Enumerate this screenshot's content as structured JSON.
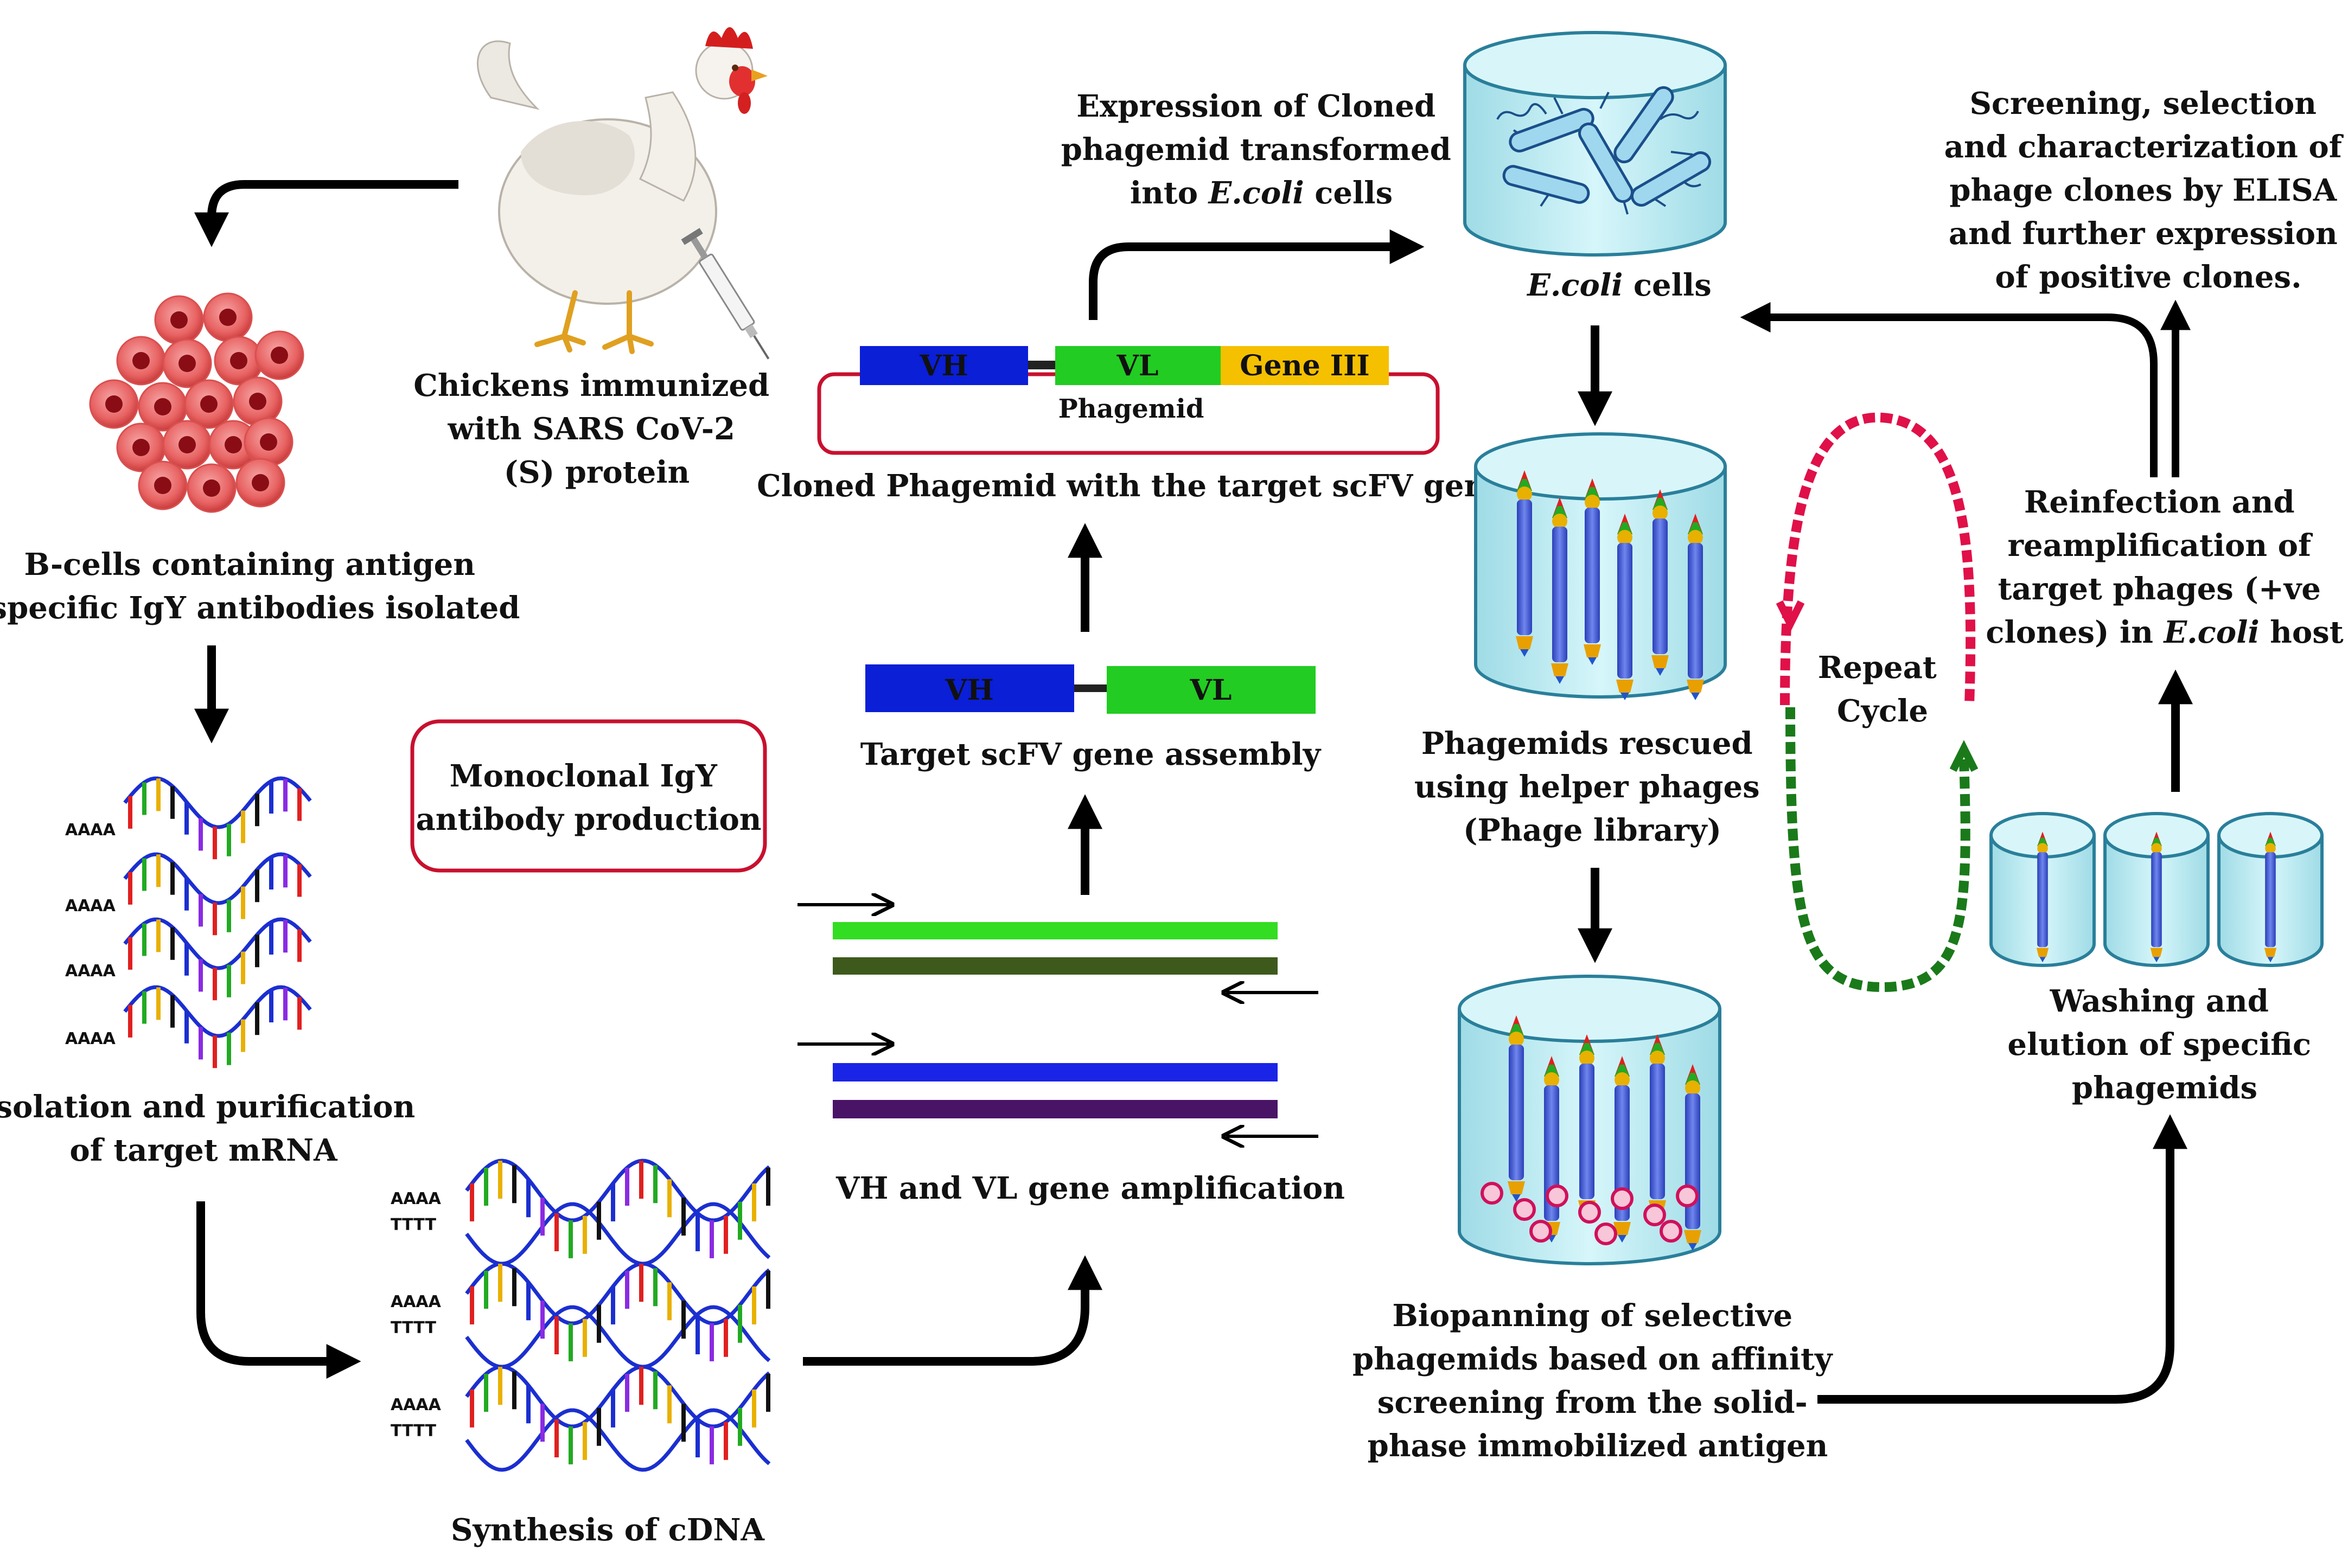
{
  "labels": {
    "chicken": [
      "Chickens immunized",
      "with SARS CoV-2",
      "(S) protein"
    ],
    "bcells": [
      "B-cells containing antigen",
      "specific IgY antibodies  isolated"
    ],
    "mrna": [
      "Isolation and purification",
      "of target mRNA"
    ],
    "cdna": "Synthesis of cDNA",
    "monoclonal": [
      "Monoclonal IgY",
      "antibody production"
    ],
    "amplification": "VH and VL gene amplification",
    "assembly": "Target scFV gene assembly",
    "cloned": "Cloned Phagemid with the target scFV gene",
    "expression_line1": "Expression of Cloned",
    "expression_line2": "phagemid transformed",
    "expression_line3_pre": "into ",
    "expression_line3_em": "E.coli",
    "expression_line3_post": " cells",
    "ecoli_em": "E.coli",
    "ecoli_post": " cells",
    "rescued": [
      "Phagemids rescued",
      "using helper phages",
      "(Phage library)"
    ],
    "biopanning": [
      "Biopanning of selective",
      "phagemids based on affinity",
      "screening from the solid-",
      "phase immobilized antigen"
    ],
    "repeat": [
      "Repeat",
      "Cycle"
    ],
    "washing": [
      "Washing and",
      "elution of specific",
      "phagemids"
    ],
    "reinfection_lines": [
      "Reinfection and",
      "reamplification of",
      "target phages (+ve"
    ],
    "reinfection_last_pre": "clones) in ",
    "reinfection_last_em": "E.coli",
    "reinfection_last_post": " host",
    "screening": [
      "Screening, selection",
      "and characterization of",
      "phage clones by ELISA",
      "and further expression",
      "of positive clones."
    ]
  },
  "phagemid": {
    "segments": [
      "VH",
      "VL",
      "Gene III"
    ],
    "name": "Phagemid"
  },
  "scfv": [
    "VH",
    "VL"
  ],
  "polya": "AAAA",
  "polyt": "TTTT",
  "colors": {
    "vh": "#0a1fd6",
    "vl": "#22cc22",
    "gene3": "#f5c000",
    "red_outline": "#c8102e",
    "cylinder": "#bfeff5",
    "cylinder_edge": "#2a7f9a",
    "strand_blue": "#1b2fd0",
    "repeat_red": "#e01048",
    "repeat_green": "#1a7a1a"
  }
}
